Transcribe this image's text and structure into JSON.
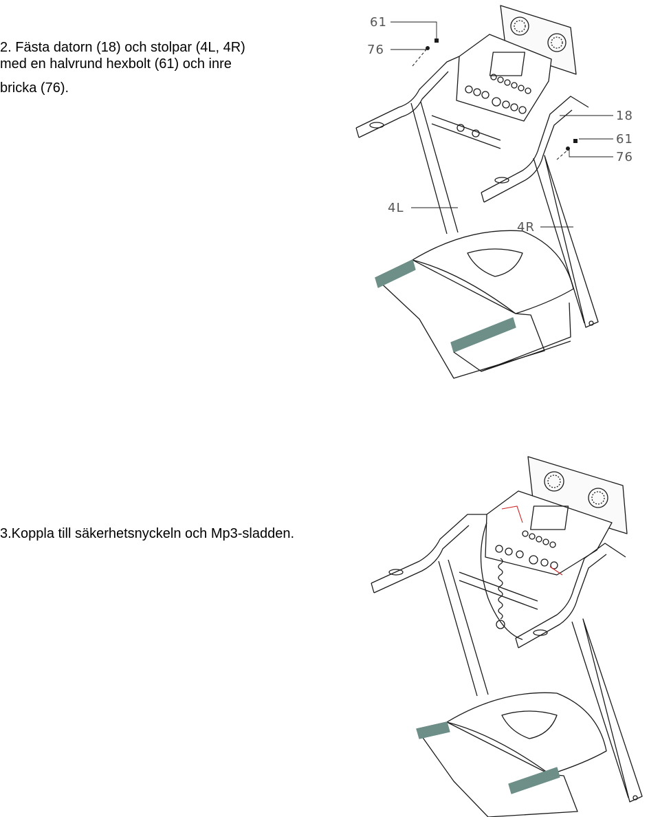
{
  "steps": [
    {
      "line1": "2. Fästa datorn (18) och stolpar (4L, 4R)",
      "line2": "med en halvrund hexbolt (61) och inre",
      "line3": "bricka (76)."
    },
    {
      "line1": "3.Koppla till säkerhetsnyckeln och Mp3-sladden."
    }
  ],
  "callouts": {
    "c61_top": "61",
    "c76_top": "76",
    "c18": "18",
    "c61_right": "61",
    "c76_right": "76",
    "c4L": "4L",
    "c4R": "4R"
  },
  "colors": {
    "line": "#1a1a1a",
    "belt_stripe": "#6d8f88",
    "wire": "#cc2222"
  }
}
